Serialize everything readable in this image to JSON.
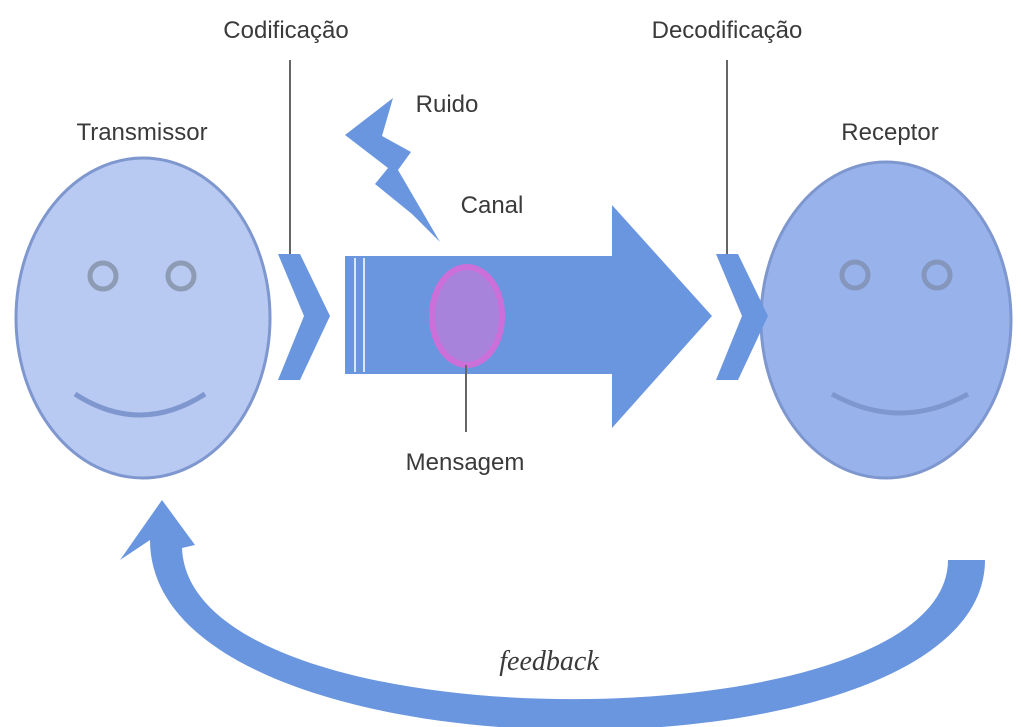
{
  "labels": {
    "codificacao": "Codificação",
    "decodificacao": "Decodificação",
    "ruido": "Ruido",
    "transmissor": "Transmissor",
    "receptor": "Receptor",
    "canal": "Canal",
    "mensagem": "Mensagem",
    "feedback": "feedback"
  },
  "colors": {
    "face_transmitter": "#b8c9f2",
    "face_receiver": "#98b2ec",
    "face_outline": "#7f97cf",
    "arrow": "#6a96e0",
    "message": "#cc6fd8",
    "text": "#3a3a3a"
  }
}
